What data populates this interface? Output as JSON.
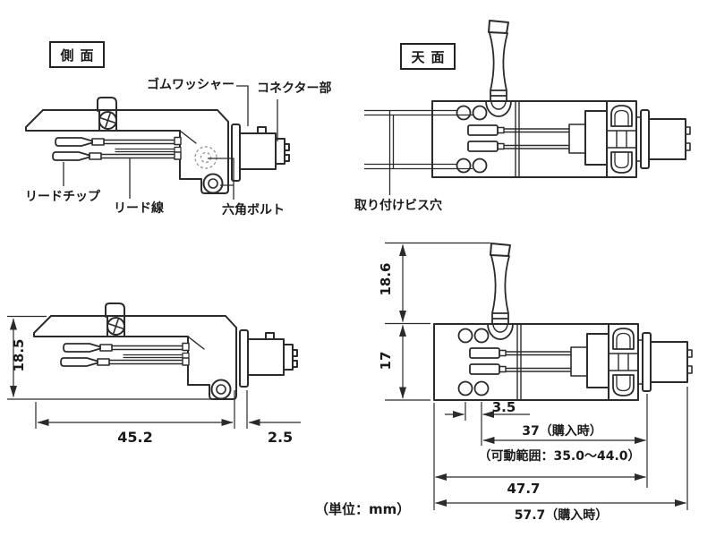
{
  "unit_note": "（単位：mm）",
  "colors": {
    "line": "#2b2b2b",
    "dimension_line": "#333333",
    "hidden_detail": "#999999",
    "background": "#ffffff"
  },
  "views": {
    "side": {
      "title": "側面",
      "parts": {
        "rubber_washer": "ゴムワッシャー",
        "connector_section": "コネクター部",
        "lead_tip": "リードチップ",
        "lead_wire": "リード線",
        "hex_bolt": "六角ボルト"
      }
    },
    "top": {
      "title": "天面",
      "parts": {
        "mounting_screw_holes": "取り付けビス穴"
      }
    }
  },
  "dims": {
    "side": {
      "height": "18.5",
      "shell_length": "45.2",
      "connector_length": "2.5"
    },
    "top": {
      "finger_lift_height": "18.6",
      "body_width": "17",
      "hole_spacing": "3.5",
      "overhang_default": "37（購入時）",
      "movable_range": "（可動範囲：35.0～44.0）",
      "length_to_flange": "47.7",
      "total_length": "57.7（購入時）"
    }
  }
}
